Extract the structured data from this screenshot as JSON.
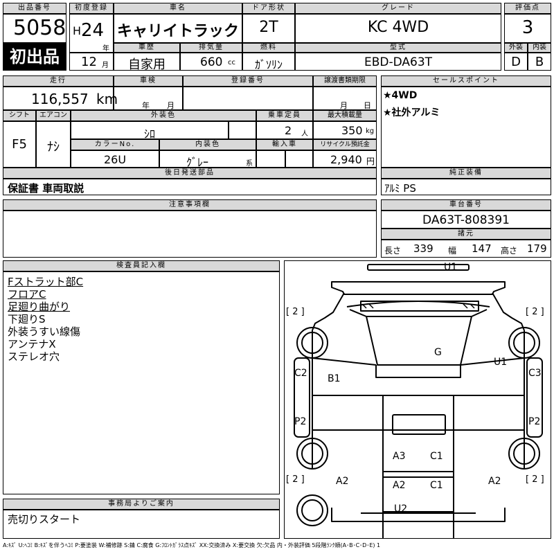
{
  "header": {
    "lot_number_label": "出品番号",
    "lot_number": "5058",
    "first_listing_badge": "初出品",
    "first_reg_label": "初度登録",
    "era": "H",
    "year": "24",
    "year_unit": "年",
    "month": "12",
    "month_unit": "月",
    "car_name_label": "車名",
    "car_name": "キャリイトラック",
    "door_label": "ドア形状",
    "door": "2T",
    "grade_label": "グレード",
    "grade": "KC 4WD",
    "score_label": "評価点",
    "score": "3",
    "history_label": "車歴",
    "history": "自家用",
    "displacement_label": "排気量",
    "displacement": "660",
    "displacement_unit": "cc",
    "fuel_label": "燃料",
    "fuel": "ｶﾞｿﾘﾝ",
    "model_label": "型式",
    "model": "EBD-DA63T",
    "exterior_label": "外装",
    "exterior_grade": "D",
    "interior_label": "内装",
    "interior_grade": "B"
  },
  "row2": {
    "mileage_label": "走行",
    "mileage": "116,557",
    "mileage_unit": "km",
    "inspection_label": "車検",
    "year_unit": "年",
    "month_unit": "月",
    "reg_number_label": "登録番号",
    "transfer_label": "譲渡書類期限",
    "transfer_month_unit": "月",
    "transfer_day_unit": "日",
    "sales_points_label": "セールスポイント",
    "sales_points": [
      "★4WD",
      "★社外アルミ"
    ]
  },
  "row3": {
    "shift_label": "シフト",
    "shift": "F5",
    "ac_label": "エアコン",
    "ac": "ﾅｼ",
    "ext_color_label": "外装色",
    "ext_color": "ｼﾛ",
    "capacity_label": "乗車定員",
    "capacity": "2",
    "capacity_unit": "人",
    "max_load_label": "最大積載量",
    "max_load": "350",
    "max_load_unit": "kg",
    "color_no_label": "カラーNo.",
    "color_no": "26U",
    "int_color_label": "内装色",
    "int_color": "ｸﾞﾚｰ",
    "int_color_suffix": "系",
    "import_label": "輸入車",
    "recycle_label": "リサイクル預託金",
    "recycle": "2,940",
    "recycle_unit": "円"
  },
  "later_parts": {
    "label": "後日発送部品",
    "text": "保証書 車両取説"
  },
  "genuine": {
    "label": "純正装備",
    "text": "ｱﾙﾐ PS"
  },
  "notes": {
    "label": "注意事項欄"
  },
  "chassis": {
    "label": "車台番号",
    "number": "DA63T-808391",
    "specs_label": "諸元",
    "length_label": "長さ",
    "length": "339",
    "width_label": "幅",
    "width": "147",
    "height_label": "高さ",
    "height": "179"
  },
  "inspector": {
    "label": "検査員記入欄",
    "lines": [
      "Fストラット部C",
      "フロアC",
      "足廻り曲がり",
      "下廻りS",
      "外装うすい線傷",
      "アンテナX",
      "ステレオ穴"
    ]
  },
  "office": {
    "label": "事務局よりご案内",
    "text": "売切りスタート"
  },
  "diagram": {
    "marks": {
      "u1_top": "U1",
      "bracket_tl": "[ 2 ]",
      "bracket_tr": "[ 2 ]",
      "g": "G",
      "u1_right": "U1",
      "c2": "C2",
      "b1": "B1",
      "c3": "C3",
      "p2_left": "P2",
      "p2_right": "P2",
      "a3": "A3",
      "c1_mid": "C1",
      "bracket_bl": "[ 2 ]",
      "a2_left": "A2",
      "a2_mid": "A2",
      "c1_low": "C1",
      "a2_right": "A2",
      "bracket_br": "[ 2 ]",
      "u2": "U2"
    }
  },
  "legend": "A:ｷｽﾞ U:ﾍｺﾐ B:ｷｽﾞを伴うﾍｺﾐ P:要塗装 W:補修跡 S:錆 C:腐食 G:ﾌﾛﾝﾄｶﾞﾗｽ点ｷｽﾞ XX:交換済み X:要交換 欠:欠品 内・外装評価 5段階ﾗﾝｸ順(A･B･C･D･E) 1"
}
